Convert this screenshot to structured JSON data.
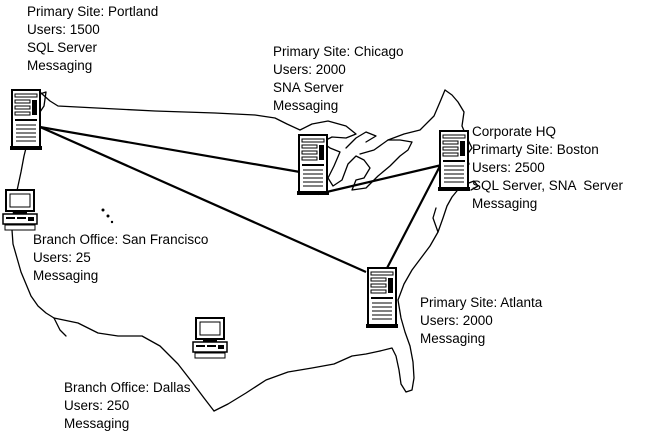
{
  "sites": {
    "portland": {
      "title": "Primary Site: Portland",
      "users": "Users: 1500",
      "services": [
        "SQL Server",
        "Messaging"
      ]
    },
    "chicago": {
      "title": "Primary Site: Chicago",
      "users": "Users: 2000",
      "services": [
        "SNA Server",
        "Messaging"
      ]
    },
    "boston": {
      "heading": "Corporate HQ",
      "title": "Primarty Site: Boston",
      "users": "Users: 2500",
      "services": [
        "SQL Server, SNA  Server",
        "Messaging"
      ]
    },
    "san_francisco": {
      "title": "Branch Office: San Francisco",
      "users": "Users: 25",
      "services": [
        "Messaging"
      ]
    },
    "atlanta": {
      "title": "Primary Site: Atlanta",
      "users": "Users: 2000",
      "services": [
        "Messaging"
      ]
    },
    "dallas": {
      "title": "Branch Office: Dallas",
      "users": "Users: 250",
      "services": [
        "Messaging"
      ]
    }
  },
  "links": [
    [
      "portland",
      "chicago"
    ],
    [
      "portland",
      "atlanta"
    ],
    [
      "chicago",
      "boston"
    ],
    [
      "boston",
      "atlanta"
    ]
  ],
  "icons": {
    "portland": "server-icon",
    "chicago": "server-icon",
    "boston": "server-icon",
    "atlanta": "server-icon",
    "san_francisco": "workstation-icon",
    "dallas": "workstation-icon"
  },
  "colors": {
    "ink": "#000000",
    "paper": "#ffffff"
  }
}
